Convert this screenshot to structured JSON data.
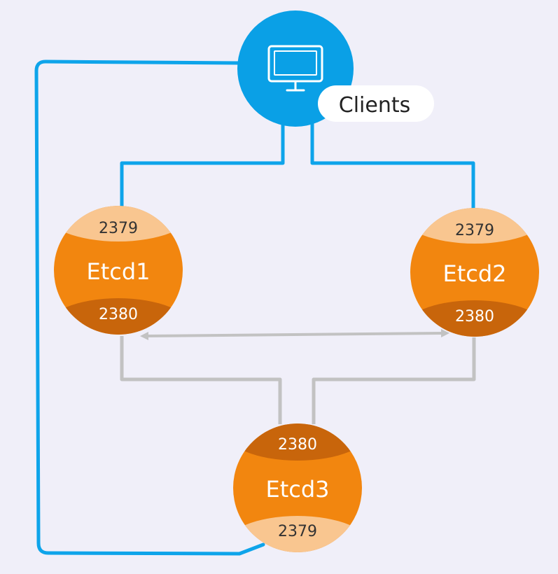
{
  "colors": {
    "background": "#f0eff9",
    "client_blue": "#0aa0e6",
    "client_line": "#0ea4ea",
    "node_orange": "#f2860f",
    "port_light": "#f9c690",
    "port_dark": "#c8650b",
    "peer_line": "#c2c2c2",
    "white": "#ffffff"
  },
  "client": {
    "icon": "monitor-icon",
    "label": "Clients"
  },
  "nodes": [
    {
      "id": "etcd1",
      "name": "Etcd1",
      "client_port": "2379",
      "peer_port": "2380"
    },
    {
      "id": "etcd2",
      "name": "Etcd2",
      "client_port": "2379",
      "peer_port": "2380"
    },
    {
      "id": "etcd3",
      "name": "Etcd3",
      "client_port": "2379",
      "peer_port": "2380"
    }
  ],
  "edges": [
    {
      "from": "clients",
      "to": "etcd1",
      "kind": "client"
    },
    {
      "from": "clients",
      "to": "etcd2",
      "kind": "client"
    },
    {
      "from": "clients",
      "to": "etcd3",
      "kind": "client"
    },
    {
      "from": "etcd1",
      "to": "etcd2",
      "kind": "peer-bidirectional"
    },
    {
      "from": "etcd1",
      "to": "etcd3",
      "kind": "peer"
    },
    {
      "from": "etcd2",
      "to": "etcd3",
      "kind": "peer"
    }
  ]
}
